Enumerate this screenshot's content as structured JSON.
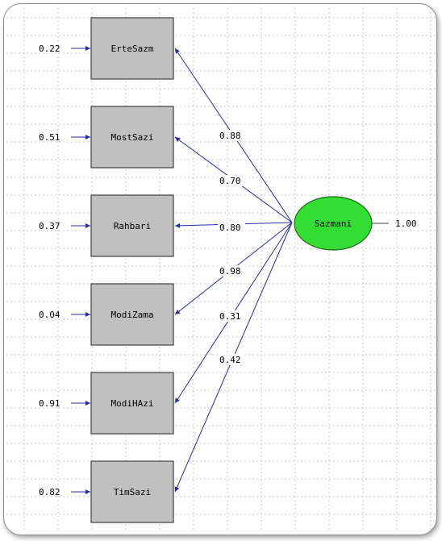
{
  "latent": {
    "label": "Sazmani",
    "variance": "1.00",
    "fill_color": "#33dd33"
  },
  "indicators": [
    {
      "label": "ErteSazm",
      "error": "0.22",
      "loading": "0.88"
    },
    {
      "label": "MostSazi",
      "error": "0.51",
      "loading": "0.70"
    },
    {
      "label": "Rahbari",
      "error": "0.37",
      "loading": "0.80"
    },
    {
      "label": "ModiZama",
      "error": "0.04",
      "loading": "0.98"
    },
    {
      "label": "ModiHAzi",
      "error": "0.91",
      "loading": "0.31"
    },
    {
      "label": "TimSazi",
      "error": "0.82",
      "loading": "0.42"
    }
  ],
  "colors": {
    "arrow": "#2a2aa8",
    "box_fill": "#c0c0c0"
  }
}
